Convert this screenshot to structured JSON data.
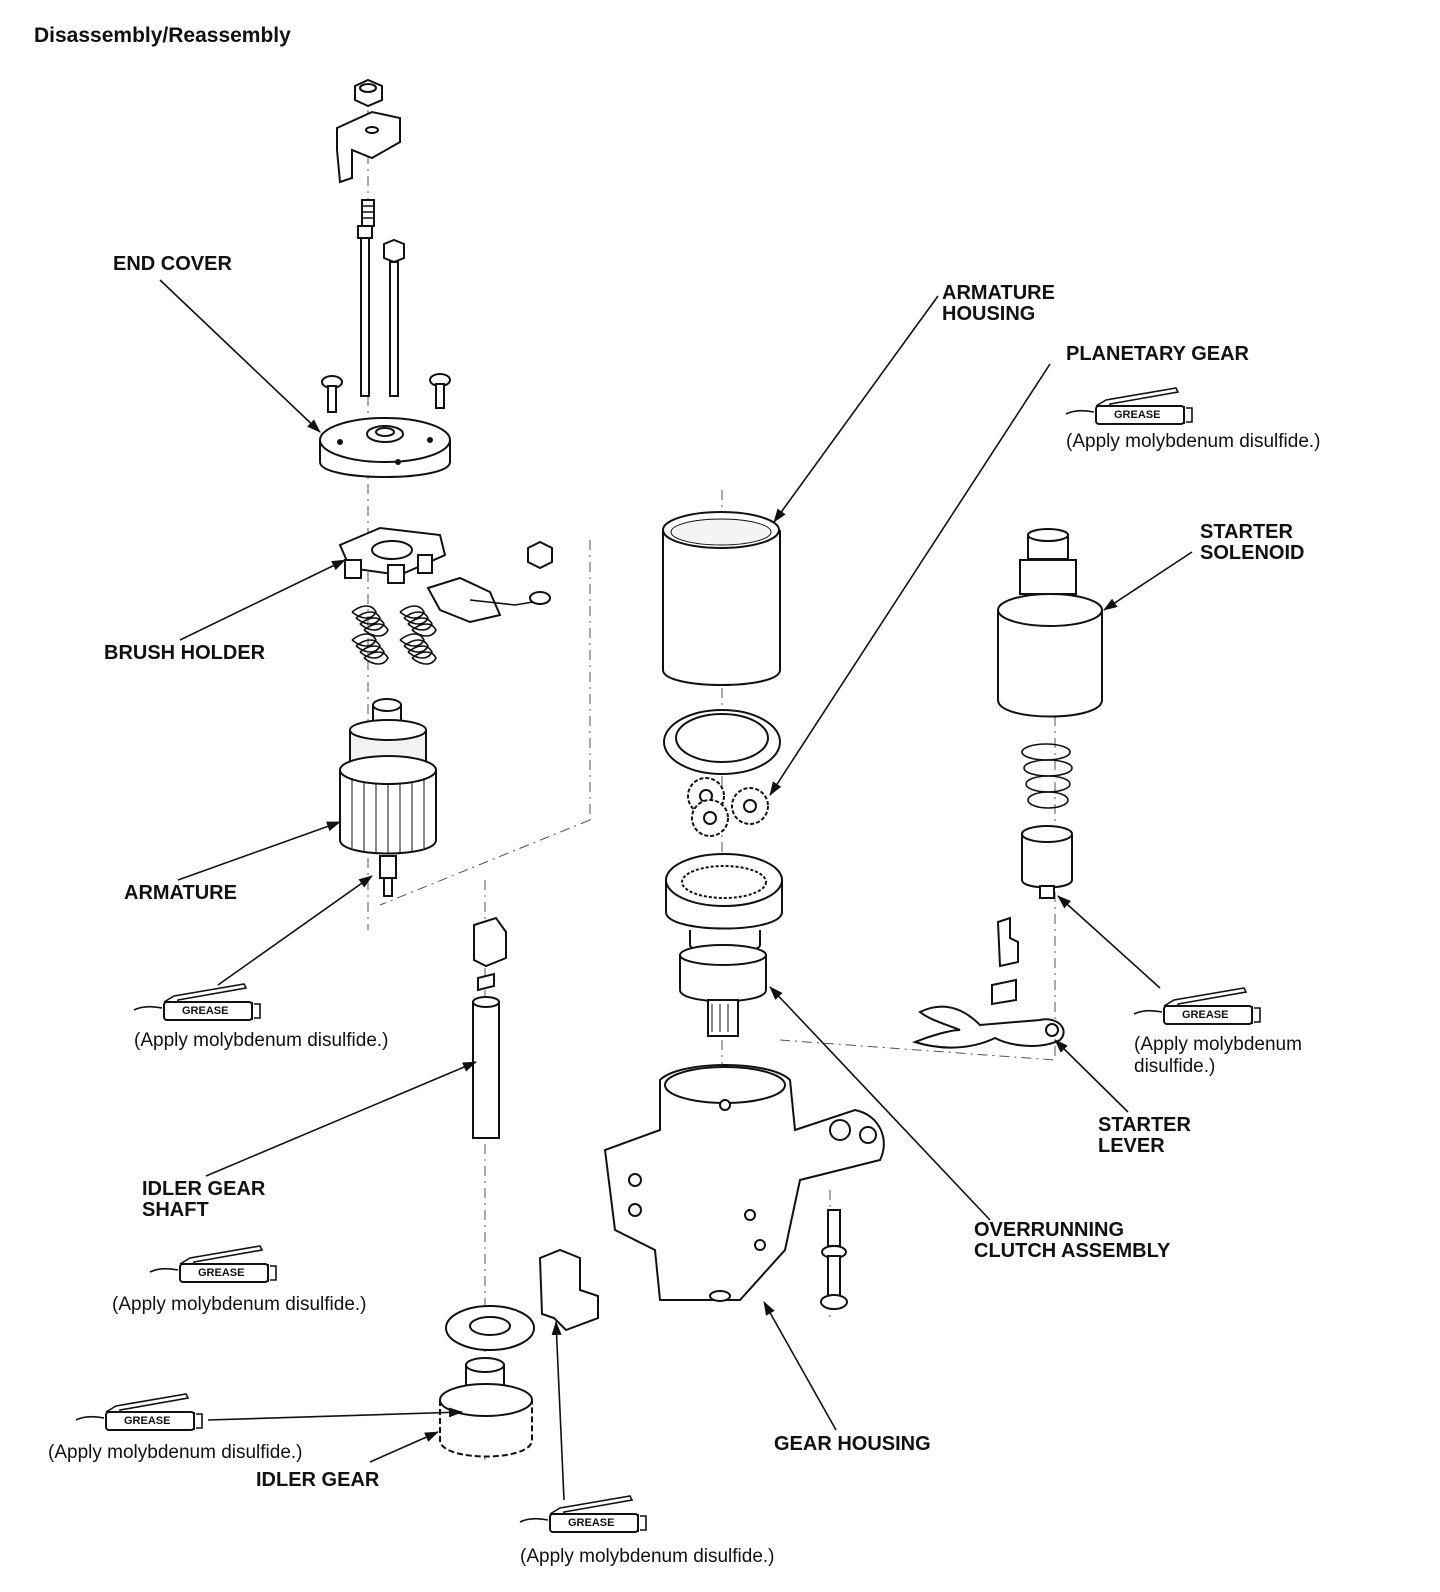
{
  "title": "Disassembly/Reassembly",
  "labels": {
    "end_cover": "END COVER",
    "brush_holder": "BRUSH HOLDER",
    "armature": "ARMATURE",
    "armature_housing_1": "ARMATURE",
    "armature_housing_2": "HOUSING",
    "planetary_gear": "PLANETARY GEAR",
    "starter_solenoid_1": "STARTER",
    "starter_solenoid_2": "SOLENOID",
    "starter_lever_1": "STARTER",
    "starter_lever_2": "LEVER",
    "idler_gear_shaft_1": "IDLER GEAR",
    "idler_gear_shaft_2": "SHAFT",
    "overrunning_clutch_1": "OVERRUNNING",
    "overrunning_clutch_2": "CLUTCH ASSEMBLY",
    "gear_housing": "GEAR HOUSING",
    "idler_gear": "IDLER GEAR"
  },
  "grease": {
    "tube_label": "GREASE",
    "note": "(Apply molybdenum disulfide.)",
    "note_split_1": "(Apply molybdenum",
    "note_split_2": "disulfide.)"
  },
  "icons": [
    "grease-tube-icon"
  ]
}
